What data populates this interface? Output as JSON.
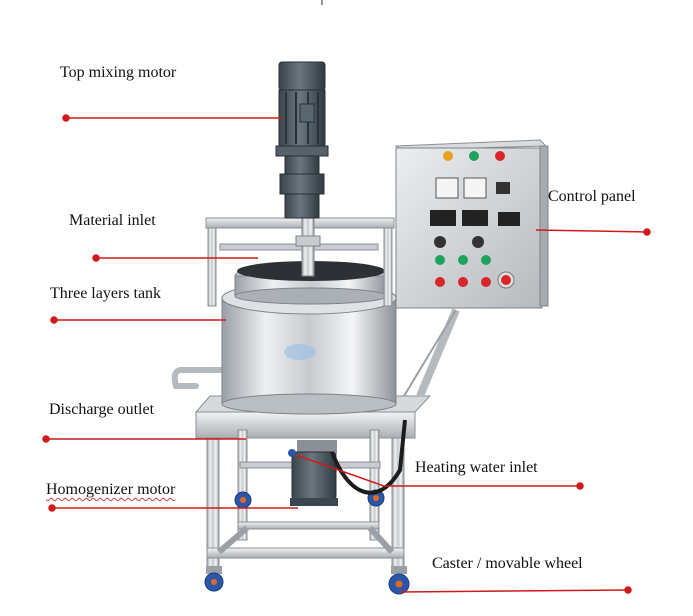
{
  "labels": {
    "top_mixing_motor": "Top mixing motor",
    "material_inlet": "Material inlet",
    "three_layers_tank": "Three layers tank",
    "discharge_outlet": "Discharge outlet",
    "homogenizer_motor": "Homogenizer motor",
    "control_panel": "Control panel",
    "heating_water_inlet": "Heating water inlet",
    "caster_movable_wheel": "Caster / movable wheel"
  },
  "colors": {
    "leader_line": "#d11a1a",
    "motor": "#4d5a63",
    "steel_light": "#e6e8ea",
    "steel_mid": "#b9bec3",
    "steel_dark": "#7d8388",
    "button_green": "#1fa35a",
    "button_red": "#d8262a",
    "button_amber": "#e8a020",
    "wheel_blue": "#2c57a8",
    "wheel_orange": "#e06a20"
  }
}
